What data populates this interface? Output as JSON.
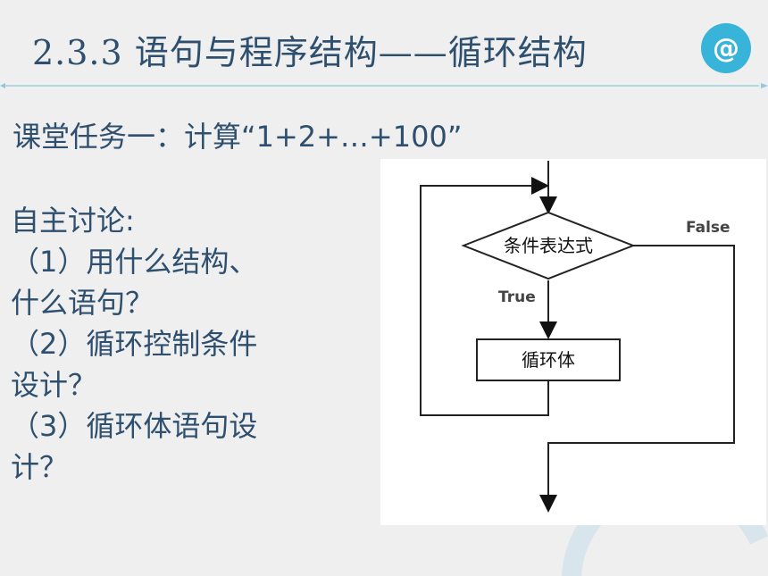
{
  "header": {
    "title": "2.3.3 语句与程序结构——循环结构",
    "badge": "@"
  },
  "task": "课堂任务一：计算“1+2+…+100”",
  "discussion": {
    "heading": "自主讨论:",
    "lines": [
      "（1）用什么结构、",
      "什么语句？",
      "（2）循环控制条件",
      "设计？",
      "（3）循环体语句设",
      "计？"
    ]
  },
  "flowchart": {
    "condition": "条件表达式",
    "body": "循环体",
    "true_label": "True",
    "false_label": "False"
  },
  "colors": {
    "text": "#2e4f6e",
    "accent": "#38b3d9",
    "background": "#efefef"
  }
}
